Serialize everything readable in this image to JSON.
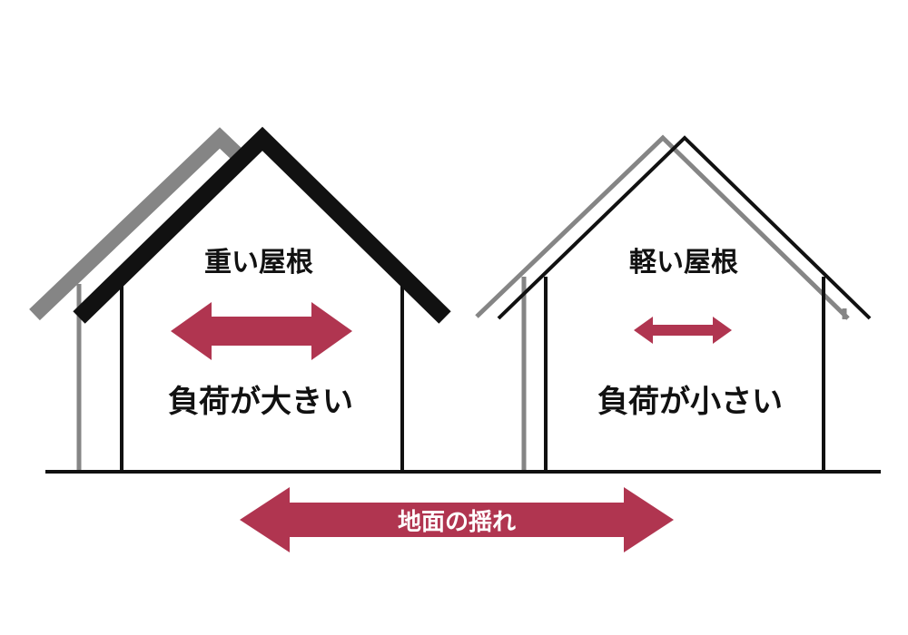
{
  "colors": {
    "accent": "#b03550",
    "line": "#111111",
    "shadow": "#858585",
    "background": "#ffffff"
  },
  "left_house": {
    "title": "重い屋根",
    "caption": "負荷が大きい"
  },
  "right_house": {
    "title": "軽い屋根",
    "caption": "負荷が小さい"
  },
  "ground": {
    "label": "地面の揺れ"
  }
}
